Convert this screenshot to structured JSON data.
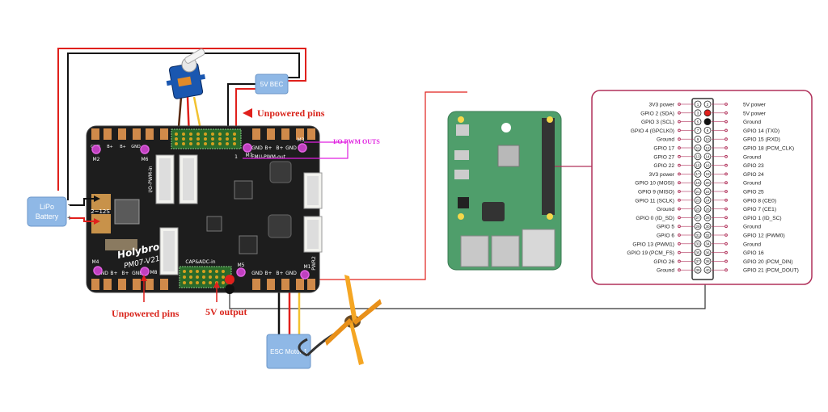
{
  "labels": {
    "unpowered_top": "Unpowered pins",
    "unpowered_bottom": "Unpowered pins",
    "io_pwm_outs": "I/O PWM OUTS",
    "five_v_output": "5V output"
  },
  "boxes": {
    "bec": "5V BEC",
    "lipo_line1": "LiPo",
    "lipo_line2": "Battery",
    "esc_line1": "ESC Motor 1",
    "battery_minus": "–",
    "battery_plus": "+"
  },
  "board": {
    "brand": "Holybro",
    "model": "PM07-V21",
    "cell_range": "2~12S",
    "fmu_label": "FMU-PWM-out",
    "io_label": "I/O-PWM-in",
    "cap_label": "CAP&ADC-in",
    "fmu_pin1": "1",
    "m2": "M2",
    "m6": "M6",
    "m4": "M4",
    "m8": "M8",
    "m3": "M3",
    "m7": "M7",
    "m5": "M5",
    "m1": "M1",
    "pwr2": "PWR2",
    "top_left_pads": [
      "GND",
      "B+",
      "B+",
      "GND"
    ],
    "top_right_pads": [
      "GND",
      "B+",
      "B+",
      "GND"
    ],
    "bottom_left_pads": [
      "GND",
      "B+",
      "B+",
      "GND"
    ],
    "bottom_right_pads": [
      "GND",
      "B+",
      "B+",
      "GND"
    ]
  },
  "gpio": {
    "left": [
      "3V3 power",
      "GPIO 2 (SDA)",
      "GPIO 3 (SCL)",
      "GPIO 4 (GPCLK0)",
      "Ground",
      "GPIO 17",
      "GPIO 27",
      "GPIO 22",
      "3V3 power",
      "GPIO 10 (MOSI)",
      "GPIO 9 (MISO)",
      "GPIO 11 (SCLK)",
      "Ground",
      "GPIO 0 (ID_SD)",
      "GPIO 5",
      "GPIO 6",
      "GPIO 13 (PWM1)",
      "GPIO 19 (PCM_FS)",
      "GPIO 26",
      "Ground"
    ],
    "right": [
      "5V power",
      "5V power",
      "Ground",
      "GPIO 14 (TXD)",
      "GPIO 15 (RXD)",
      "GPIO 18 (PCM_CLK)",
      "Ground",
      "GPIO 23",
      "GPIO 24",
      "Ground",
      "GPIO 25",
      "GPIO 8 (CE0)",
      "GPIO 7 (CE1)",
      "GPIO 1 (ID_SC)",
      "Ground",
      "GPIO 12 (PWM0)",
      "Ground",
      "GPIO 16",
      "GPIO 20 (PCM_DIN)",
      "GPIO 21 (PCM_DOUT)"
    ]
  },
  "colors": {
    "wire_red": "#e0201c",
    "wire_black": "#111111",
    "wire_yellow": "#f2c230",
    "label_red": "#d9251c",
    "label_magenta": "#e020e0",
    "box_blue": "#8fb8e6",
    "pcb_dark": "#1d1d1d",
    "rpi_green": "#4f9e6b",
    "gpio_frame": "#b0305a"
  }
}
